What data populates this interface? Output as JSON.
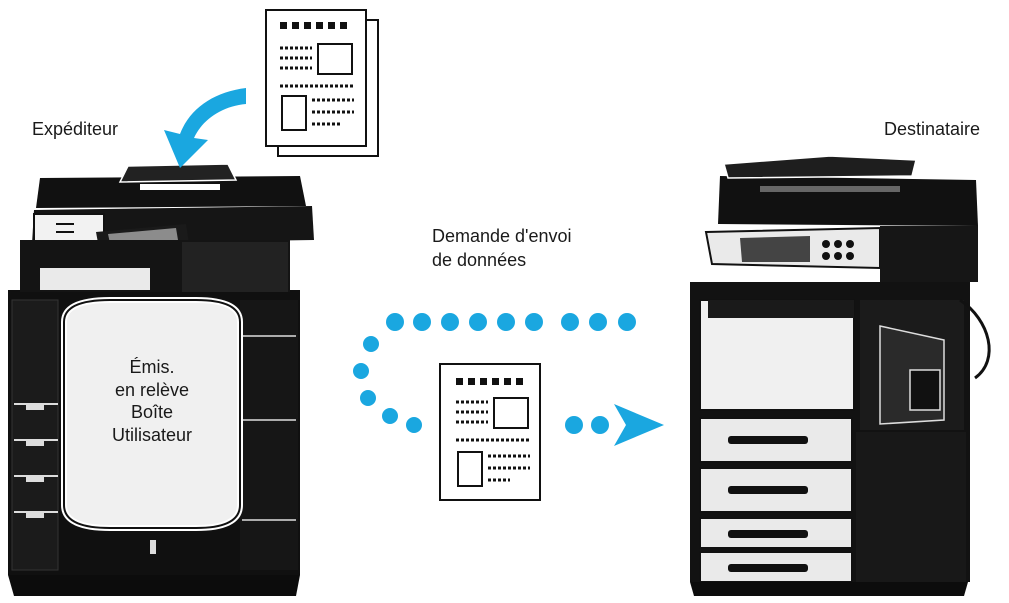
{
  "labels": {
    "sender": "Expéditeur",
    "receiver": "Destinataire",
    "request_line1": "Demande d'envoi",
    "request_line2": "de données"
  },
  "user_box": {
    "line1": "Émis.",
    "line2": "en relève",
    "line3": "Boîte",
    "line4": "Utilisateur"
  },
  "colors": {
    "flow_dots": "#1aa7e0",
    "machine": "#111111",
    "paper": "#ffffff"
  },
  "icons": {
    "sender_machine": "mfp-printer-icon",
    "receiver_machine": "mfp-printer-icon",
    "document": "document-icon",
    "feed_arrow": "curved-arrow-icon",
    "flow_arrow": "arrow-right-icon"
  }
}
